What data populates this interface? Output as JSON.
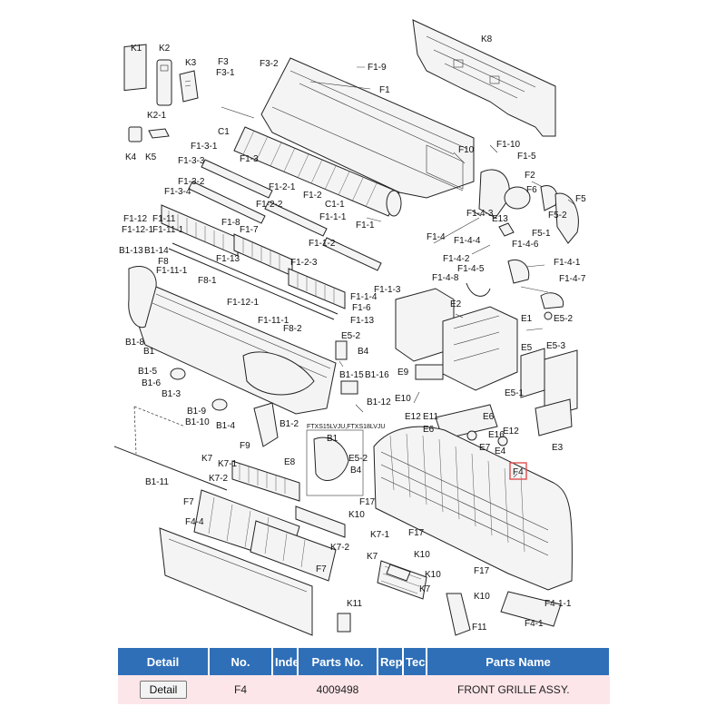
{
  "diagram": {
    "labels": [
      {
        "id": "k1",
        "text": "K1"
      },
      {
        "id": "k2",
        "text": "K2"
      },
      {
        "id": "k3",
        "text": "K3"
      },
      {
        "id": "k2-1",
        "text": "K2-1"
      },
      {
        "id": "k4",
        "text": "K4"
      },
      {
        "id": "k5",
        "text": "K5"
      },
      {
        "id": "k8",
        "text": "K8"
      },
      {
        "id": "f3",
        "text": "F3"
      },
      {
        "id": "f3-1",
        "text": "F3-1"
      },
      {
        "id": "f3-2",
        "text": "F3-2"
      },
      {
        "id": "f1-9",
        "text": "F1-9"
      },
      {
        "id": "f1",
        "text": "F1"
      },
      {
        "id": "c1",
        "text": "C1"
      },
      {
        "id": "f1-3-1",
        "text": "F1-3-1"
      },
      {
        "id": "f1-3-3",
        "text": "F1-3-3"
      },
      {
        "id": "f1-3",
        "text": "F1-3"
      },
      {
        "id": "f1-3-2",
        "text": "F1-3-2"
      },
      {
        "id": "f1-3-4",
        "text": "F1-3-4"
      },
      {
        "id": "f1-2-1",
        "text": "F1-2-1"
      },
      {
        "id": "f1-2",
        "text": "F1-2"
      },
      {
        "id": "f1-2-2",
        "text": "F1-2-2"
      },
      {
        "id": "c1-1",
        "text": "C1-1"
      },
      {
        "id": "f1-1-1",
        "text": "F1-1-1"
      },
      {
        "id": "f1-1",
        "text": "F1-1"
      },
      {
        "id": "f1-12",
        "text": "F1-12"
      },
      {
        "id": "f1-11",
        "text": "F1-11"
      },
      {
        "id": "f1-12-1",
        "text": "F1-12-1"
      },
      {
        "id": "f1-11-1a",
        "text": "F1-11-1"
      },
      {
        "id": "f1-8",
        "text": "F1-8"
      },
      {
        "id": "f1-7",
        "text": "F1-7"
      },
      {
        "id": "f1-1-2",
        "text": "F1-1-2"
      },
      {
        "id": "b1-13",
        "text": "B1-13"
      },
      {
        "id": "b1-14",
        "text": "B1-14"
      },
      {
        "id": "f8",
        "text": "F8"
      },
      {
        "id": "f1-11-1b",
        "text": "F1-11-1"
      },
      {
        "id": "f1-13a",
        "text": "F1-13"
      },
      {
        "id": "f1-2-3",
        "text": "F1-2-3"
      },
      {
        "id": "f8-1",
        "text": "F8-1"
      },
      {
        "id": "f1-12-1b",
        "text": "F1-12-1"
      },
      {
        "id": "f1-1-4",
        "text": "F1-1-4"
      },
      {
        "id": "f1-1-3",
        "text": "F1-1-3"
      },
      {
        "id": "f1-6",
        "text": "F1-6"
      },
      {
        "id": "f1-13b",
        "text": "F1-13"
      },
      {
        "id": "f1-11-1c",
        "text": "F1-11-1"
      },
      {
        "id": "f8-2",
        "text": "F8-2"
      },
      {
        "id": "b1-8",
        "text": "B1-8"
      },
      {
        "id": "b1",
        "text": "B1"
      },
      {
        "id": "e5-2a",
        "text": "E5-2"
      },
      {
        "id": "b4a",
        "text": "B4"
      },
      {
        "id": "b1-5",
        "text": "B1-5"
      },
      {
        "id": "b1-6",
        "text": "B1-6"
      },
      {
        "id": "b1-3",
        "text": "B1-3"
      },
      {
        "id": "b1-15",
        "text": "B1-15"
      },
      {
        "id": "b1-16",
        "text": "B1-16"
      },
      {
        "id": "b1-12",
        "text": "B1-12"
      },
      {
        "id": "b1-9",
        "text": "B1-9"
      },
      {
        "id": "b1-10",
        "text": "B1-10"
      },
      {
        "id": "b1-4",
        "text": "B1-4"
      },
      {
        "id": "b1-2",
        "text": "B1-2"
      },
      {
        "id": "f9",
        "text": "F9"
      },
      {
        "id": "e8",
        "text": "E8"
      },
      {
        "id": "ftxs",
        "text": "FTXS15LVJU,FTXS18LVJU"
      },
      {
        "id": "b1b",
        "text": "B1"
      },
      {
        "id": "e5-2b",
        "text": "E5-2"
      },
      {
        "id": "b4b",
        "text": "B4"
      },
      {
        "id": "f10",
        "text": "F10"
      },
      {
        "id": "f1-10",
        "text": "F1-10"
      },
      {
        "id": "f1-5",
        "text": "F1-5"
      },
      {
        "id": "f2",
        "text": "F2"
      },
      {
        "id": "f6",
        "text": "F6"
      },
      {
        "id": "f5",
        "text": "F5"
      },
      {
        "id": "f5-2",
        "text": "F5-2"
      },
      {
        "id": "f5-1",
        "text": "F5-1"
      },
      {
        "id": "f1-4-3",
        "text": "F1-4-3"
      },
      {
        "id": "e13",
        "text": "E13"
      },
      {
        "id": "f1-4",
        "text": "F1-4"
      },
      {
        "id": "f1-4-4",
        "text": "F1-4-4"
      },
      {
        "id": "f1-4-6",
        "text": "F1-4-6"
      },
      {
        "id": "f1-4-2",
        "text": "F1-4-2"
      },
      {
        "id": "f1-4-5",
        "text": "F1-4-5"
      },
      {
        "id": "f1-4-1",
        "text": "F1-4-1"
      },
      {
        "id": "f1-4-8",
        "text": "F1-4-8"
      },
      {
        "id": "f1-4-7",
        "text": "F1-4-7"
      },
      {
        "id": "e2",
        "text": "E2"
      },
      {
        "id": "e1",
        "text": "E1"
      },
      {
        "id": "e5-2c",
        "text": "E5-2"
      },
      {
        "id": "e5",
        "text": "E5"
      },
      {
        "id": "e5-3",
        "text": "E5-3"
      },
      {
        "id": "e9",
        "text": "E9"
      },
      {
        "id": "e10",
        "text": "E10"
      },
      {
        "id": "e5-1",
        "text": "E5-1"
      },
      {
        "id": "e12a",
        "text": "E12"
      },
      {
        "id": "e11",
        "text": "E11"
      },
      {
        "id": "e6a",
        "text": "E6"
      },
      {
        "id": "e12b",
        "text": "E12"
      },
      {
        "id": "e6b",
        "text": "E6"
      },
      {
        "id": "e16",
        "text": "E16"
      },
      {
        "id": "e7",
        "text": "E7"
      },
      {
        "id": "e4",
        "text": "E4"
      },
      {
        "id": "e3",
        "text": "E3"
      },
      {
        "id": "f4",
        "text": "F4"
      },
      {
        "id": "k7a",
        "text": "K7"
      },
      {
        "id": "k7-1a",
        "text": "K7-1"
      },
      {
        "id": "k7-2a",
        "text": "K7-2"
      },
      {
        "id": "b1-11",
        "text": "B1-11"
      },
      {
        "id": "f7a",
        "text": "F7"
      },
      {
        "id": "f4-4",
        "text": "F4-4"
      },
      {
        "id": "f17a",
        "text": "F17"
      },
      {
        "id": "k10a",
        "text": "K10"
      },
      {
        "id": "k7-1b",
        "text": "K7-1"
      },
      {
        "id": "k7-2b",
        "text": "K7-2"
      },
      {
        "id": "k7b",
        "text": "K7"
      },
      {
        "id": "f17b",
        "text": "F17"
      },
      {
        "id": "k10b",
        "text": "K10"
      },
      {
        "id": "f7b",
        "text": "F7"
      },
      {
        "id": "k10c",
        "text": "K10"
      },
      {
        "id": "f17c",
        "text": "F17"
      },
      {
        "id": "k7c",
        "text": "K7"
      },
      {
        "id": "k10d",
        "text": "K10"
      },
      {
        "id": "k11",
        "text": "K11"
      },
      {
        "id": "f11",
        "text": "F11"
      },
      {
        "id": "f4-1-1",
        "text": "F4-1-1"
      },
      {
        "id": "f4-1",
        "text": "F4-1"
      }
    ]
  },
  "table": {
    "headers": [
      "Detail",
      "No.",
      "Index",
      "Parts No.",
      "Replace",
      "Tech",
      "Parts Name"
    ],
    "rows": [
      {
        "button": "Detail",
        "no": "F4",
        "index": "",
        "parts_no": "4009498",
        "rep": "",
        "tec": "",
        "name": "FRONT GRILLE ASSY."
      }
    ]
  },
  "colors": {
    "header_bg": "#2f6fb8",
    "row_bg": "#fde6ea",
    "highlight": "#e05050"
  }
}
